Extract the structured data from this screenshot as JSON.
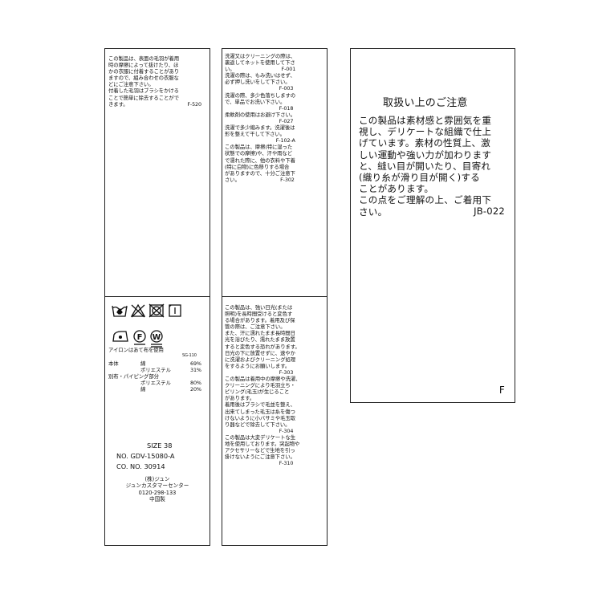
{
  "tag1": {
    "notice": "この製品は、表面の毛羽が着用\n時の摩擦によって抜けたり、ほ\nかの衣服に付着することがあり\nますので、組み合わせの衣服な\nどにご注意下さい。\n付着した毛羽はブラシをかける\nことで簡単に除去することがで\nきます。",
    "notice_code": "F-520",
    "iron_note": "アイロンはあて布を使用",
    "sg_code": "SG-110",
    "composition": [
      {
        "part": "本体",
        "material": "綿",
        "pct": "69%"
      },
      {
        "part": "",
        "material": "ポリエステル",
        "pct": "31%"
      },
      {
        "part": "別布・パイピング部分",
        "material": "",
        "pct": ""
      },
      {
        "part": "",
        "material": "ポリエステル",
        "pct": "80%"
      },
      {
        "part": "",
        "material": "綿",
        "pct": "20%"
      }
    ],
    "size_label": "SIZE",
    "size_value": "38",
    "product_no": "NO. GDV-15080-A",
    "color_no": "CO. NO. 30914",
    "company": "(株)ジュン",
    "center": "ジュンカスタマーセンター",
    "phone": "0120-298-133",
    "origin": "中国製",
    "care_icons": [
      "wash-by-hand-icon",
      "no-bleach-icon",
      "no-tumble-dry-icon",
      "line-dry-icon",
      "iron-low-icon",
      "dryclean-f-icon",
      "wet-clean-w-icon"
    ]
  },
  "tag2": {
    "upper": "洗濯又はクリーニングの際は、\n裏返してネットを使用して下さ\nい。                              F-001\n洗濯の際は、もみ洗いはせず、\n必ず押し洗いをして下さい。\n                                   F-003\n洗濯の際、多少色落ちしますの\nで、単品でお洗い下さい。\n                                   F-018\n柔軟剤の使用はお避け下さい。\n                                   F-027\n洗濯で多少縮みます。洗濯後は\n形を整えて干して下さい。\n                                 F-102-A\nこの製品は、摩擦(特に湿った\n状態での摩擦)や、汗や雨など\nで濡れた際に、他の衣料や下着\n(特に白物)に色移りする場合\nがありますので、十分ご注意下\nさい。                          F-302",
    "lower": "この製品は、強い日光(または\n照明)を長時間受けると変色す\nる場合があります。着用及び保\n管の際は、ご注意下さい。\nまた、汗に濡れたまま長時間日\n光を浴びたり、濡れたまま放置\nすると変色する恐れがあります。\n日光の下に放置せずに、速やか\nに洗濯およびクリーニング処理\nをするようにお願いします。\n                                   F-303\nこの製品は着用中の摩擦や洗濯、\nクリーニングにより毛羽立ち・\nピリング(毛玉)が生じること\nがあります。\n着用後はブラシで毛並を整え、\n出来てしまった毛玉は糸を傷つ\nけないように小バサミや毛玉取\nり器などで除去して下さい。\n                                   F-304\nこの製品は大変デリケートな生\n地を使用しております。突起物や\nアクセサリーなどで生地を引っ\n掛けないようにご注意下さい。\n                                   F-310"
  },
  "tag3": {
    "title": "取扱い上のご注意",
    "body": "この製品は素材感と雰囲気を重\n視し、デリケートな組織で仕上\nげています。素材の性質上、激\nしい運動や強い力が加わります\nと、縫い目が開いたり、目寄れ\n(織り糸が滑り目が開く)する\nことがあります。\nこの点をご理解の上、ご着用下\nさい。",
    "code": "JB-022",
    "corner_mark": "F"
  }
}
